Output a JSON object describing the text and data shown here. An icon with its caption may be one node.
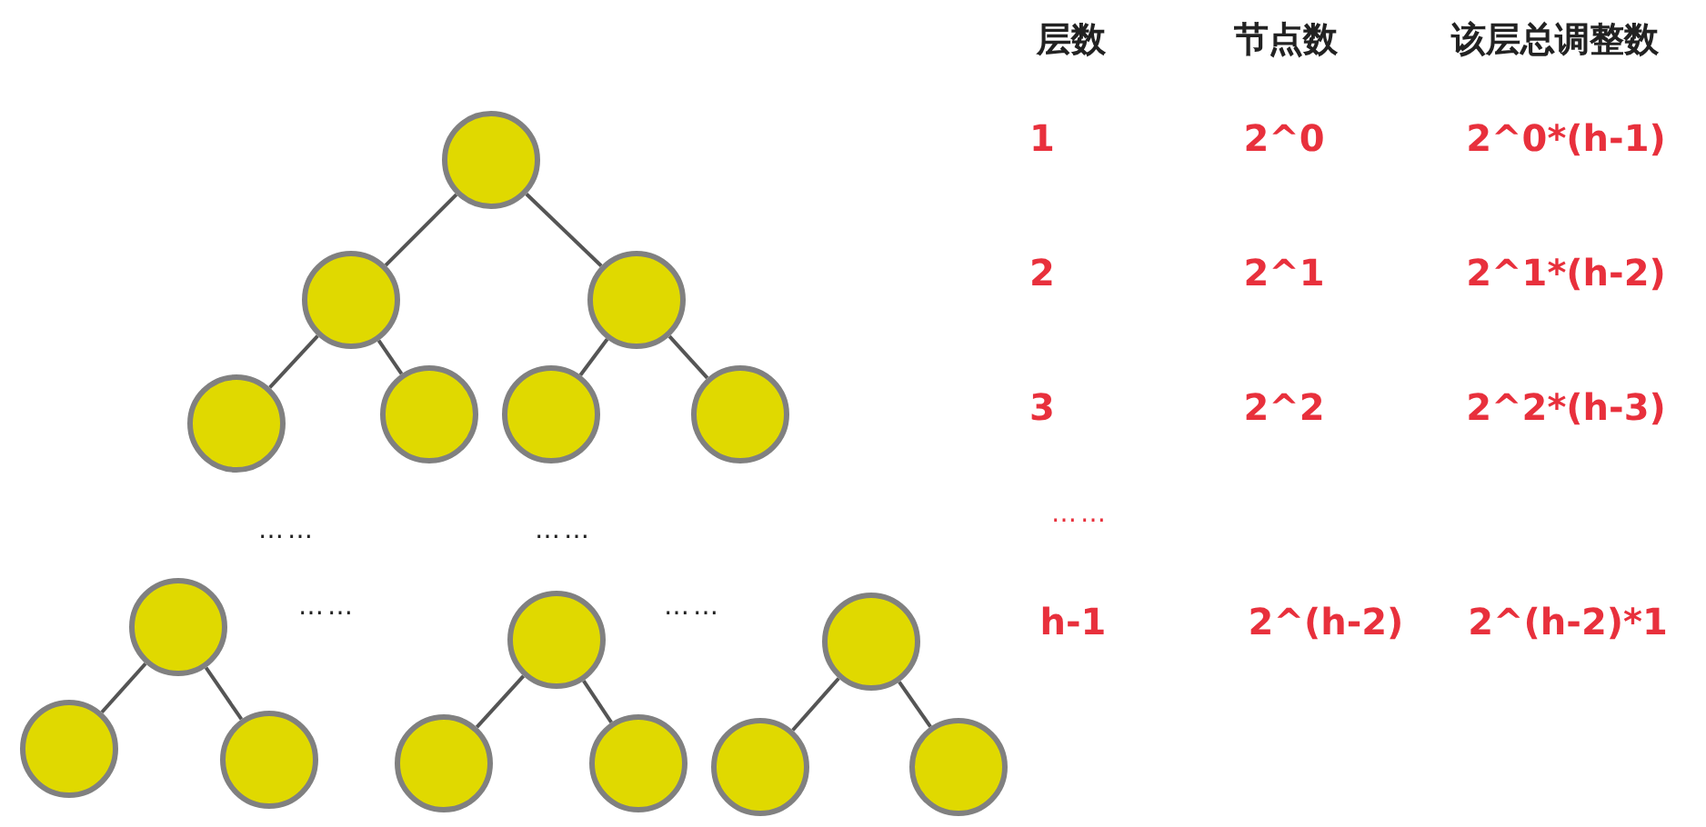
{
  "diagram": {
    "nodes": [
      {
        "text": [],
        "shape": "circle"
      },
      {
        "text": [],
        "shape": "circle"
      },
      {
        "text": [],
        "shape": "circle"
      },
      {
        "text": [],
        "shape": "circle"
      },
      {
        "text": [],
        "shape": "circle"
      },
      {
        "text": [],
        "shape": "circle"
      },
      {
        "text": [],
        "shape": "circle"
      },
      {
        "text": [],
        "shape": "circle"
      },
      {
        "text": [],
        "shape": "circle"
      },
      {
        "text": [],
        "shape": "circle"
      },
      {
        "text": [],
        "shape": "circle"
      },
      {
        "text": [],
        "shape": "circle"
      },
      {
        "text": [],
        "shape": "circle"
      },
      {
        "text": [],
        "shape": "circle"
      },
      {
        "text": [],
        "shape": "circle"
      },
      {
        "text": [],
        "shape": "circle"
      }
    ],
    "edges": [
      {
        "from": 0,
        "to": 1,
        "arrow": "none"
      },
      {
        "from": 0,
        "to": 2,
        "arrow": "none"
      },
      {
        "from": 1,
        "to": 3,
        "arrow": "none"
      },
      {
        "from": 1,
        "to": 4,
        "arrow": "none"
      },
      {
        "from": 2,
        "to": 5,
        "arrow": "none"
      },
      {
        "from": 2,
        "to": 6,
        "arrow": "none"
      },
      {
        "from": 7,
        "to": 8,
        "arrow": "none"
      },
      {
        "from": 7,
        "to": 9,
        "arrow": "none"
      },
      {
        "from": 10,
        "to": 11,
        "arrow": "none"
      },
      {
        "from": 10,
        "to": 12,
        "arrow": "none"
      },
      {
        "from": 13,
        "to": 14,
        "arrow": "none"
      },
      {
        "from": 13,
        "to": 15,
        "arrow": "none"
      }
    ],
    "labels": [
      "层数",
      "节点数",
      "该层总调整数",
      "1",
      "2^0",
      "2^0*(h-1)",
      "2",
      "2^1",
      "2^1*(h-2)",
      "3",
      "2^2",
      "2^2*(h-3)",
      "……",
      "……",
      "……",
      "……",
      "……",
      "h-1",
      "2^(h-2)",
      "2^(h-2)*1"
    ]
  }
}
